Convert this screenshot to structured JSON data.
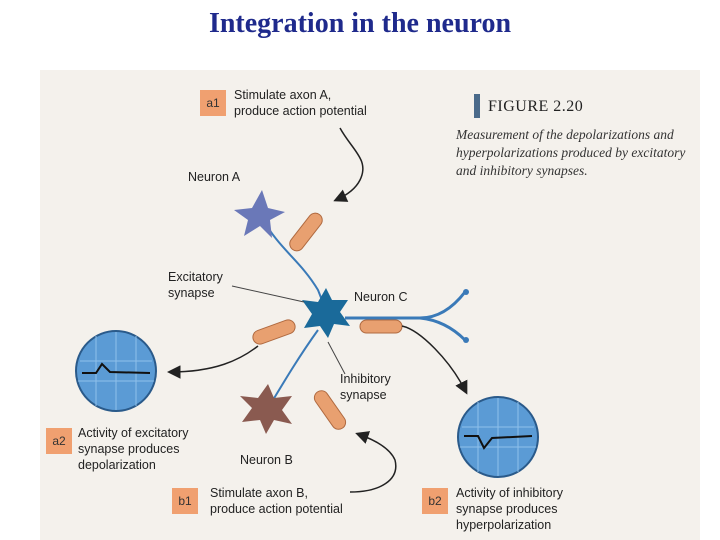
{
  "title": "Integration in the neuron",
  "figure": {
    "heading": "FIGURE 2.20",
    "caption": "Measurement of the depolarizations and hyperpolarizations produced by excitatory and inhibitory synapses."
  },
  "tags": {
    "a1": "a1",
    "a2": "a2",
    "b1": "b1",
    "b2": "b2"
  },
  "labels": {
    "a1_line1": "Stimulate axon A,",
    "a1_line2": "produce action potential",
    "neuron_a": "Neuron A",
    "excitatory_line1": "Excitatory",
    "excitatory_line2": "synapse",
    "neuron_c": "Neuron C",
    "inhibitory_line1": "Inhibitory",
    "inhibitory_line2": "synapse",
    "neuron_b": "Neuron B",
    "a2_line1": "Activity of excitatory",
    "a2_line2": "synapse produces",
    "a2_line3": "depolarization",
    "b1_line1": "Stimulate axon B,",
    "b1_line2": "produce action potential",
    "b2_line1": "Activity of inhibitory",
    "b2_line2": "synapse produces",
    "b2_line3": "hyperpolarization"
  },
  "colors": {
    "title": "#1f2a8c",
    "neuron_a": "#6a78b8",
    "neuron_b": "#8a5a50",
    "neuron_c": "#1a6a9a",
    "electrode": "#e8a070",
    "scope": "#5b9bd5"
  }
}
